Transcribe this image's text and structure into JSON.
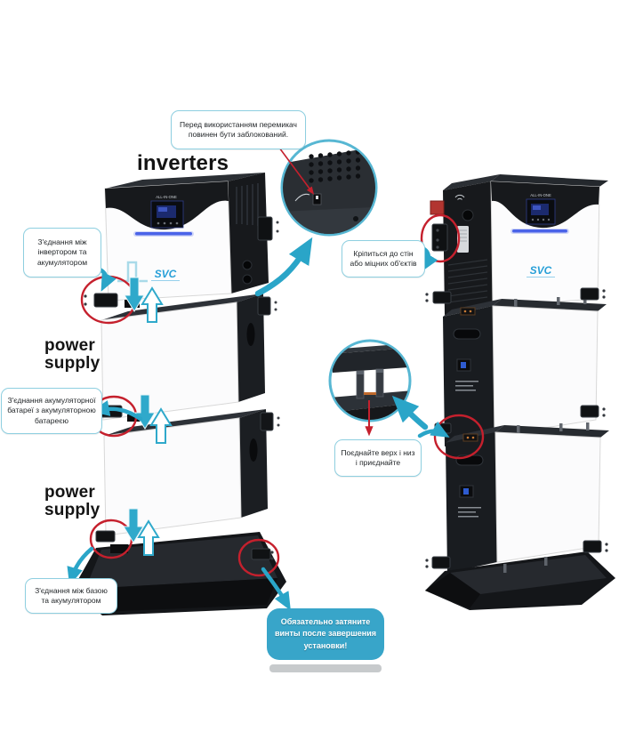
{
  "diagram": {
    "labels": {
      "inverters": "inverters",
      "power_supply_top": "power supply",
      "power_supply_bottom": "power supply"
    },
    "brand_logo": "SVC",
    "device_model_text": "ALL-IN-ONE",
    "callouts": {
      "switch_lock": "Перед використанням перемикач повинен бути заблокований.",
      "inverter_battery": "З'єднання між інвертором та акумулятором",
      "battery_battery": "З'єднання акумуляторної батареї з акумуляторною батареєю",
      "base_battery": "З'єднання між базою та акумулятором",
      "wall_mount": "Кріпиться до стін або міцних об'єктів",
      "join_top_bottom": "Поєднайте верх і низ і приєднайте"
    },
    "warning_note": "Обязательно затяните винты после завершения установки!",
    "colors": {
      "accent_teal": "#2aa5c8",
      "callout_border": "#8ecfe0",
      "highlight_red": "#c5202d",
      "warning_bg": "#38a5c9",
      "led_blue": "#4a63e8",
      "brand_blue": "#29a0d8",
      "device_dark": "#17191c"
    }
  }
}
